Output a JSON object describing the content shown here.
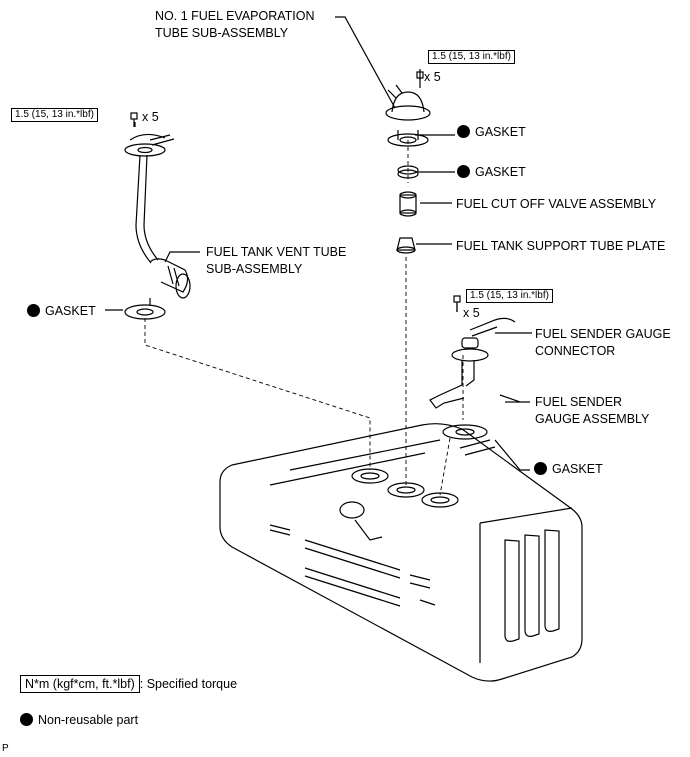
{
  "labels": {
    "evap_tube": "NO. 1 FUEL EVAPORATION\nTUBE SUB-ASSEMBLY",
    "gasket_1": "GASKET",
    "gasket_2": "GASKET",
    "cut_off_valve": "FUEL CUT OFF VALVE ASSEMBLY",
    "support_plate": "FUEL TANK SUPPORT TUBE PLATE",
    "vent_tube": "FUEL TANK VENT TUBE\nSUB-ASSEMBLY",
    "gasket_left": "GASKET",
    "sender_connector": "FUEL SENDER GAUGE\nCONNECTOR",
    "sender_assembly": "FUEL SENDER\nGAUGE ASSEMBLY",
    "gasket_bottom": "GASKET"
  },
  "torques": {
    "evap": "1.5 (15, 13 in.*lbf)",
    "vent": "1.5 (15, 13 in.*lbf)",
    "sender": "1.5 (15, 13 in.*lbf)"
  },
  "bolt_counts": {
    "evap": "x 5",
    "vent": "x 5",
    "sender": "x 5"
  },
  "legend": {
    "torque_unit": "N*m (kgf*cm, ft.*lbf)",
    "torque_desc": ": Specified torque",
    "non_reusable": "Non-reusable part"
  },
  "footer": "P"
}
